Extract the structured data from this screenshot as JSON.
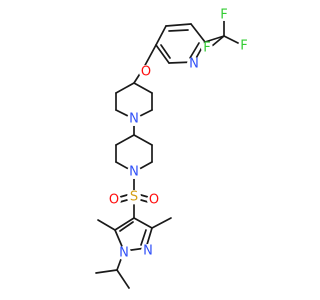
{
  "molecule": {
    "atoms": {
      "f_top": {
        "text": "F",
        "color": "#33cc33"
      },
      "f_right": {
        "text": "F",
        "color": "#33cc33"
      },
      "f_left": {
        "text": "F",
        "color": "#33cc33"
      },
      "o_ether": {
        "text": "O",
        "color": "#ff0d0d"
      },
      "n_pyridine": {
        "text": "N",
        "color": "#3050f8"
      },
      "n_pip_top": {
        "text": "N",
        "color": "#3050f8"
      },
      "n_pip_bottom": {
        "text": "N",
        "color": "#3050f8"
      },
      "s_sulfonyl": {
        "text": "S",
        "color": "#d4a017"
      },
      "o_sulfonyl_left": {
        "text": "O",
        "color": "#ff0d0d"
      },
      "o_sulfonyl_right": {
        "text": "O",
        "color": "#ff0d0d"
      },
      "n_pyrazole_1": {
        "text": "N",
        "color": "#3050f8"
      },
      "n_pyrazole_2": {
        "text": "N",
        "color": "#3050f8"
      }
    }
  }
}
